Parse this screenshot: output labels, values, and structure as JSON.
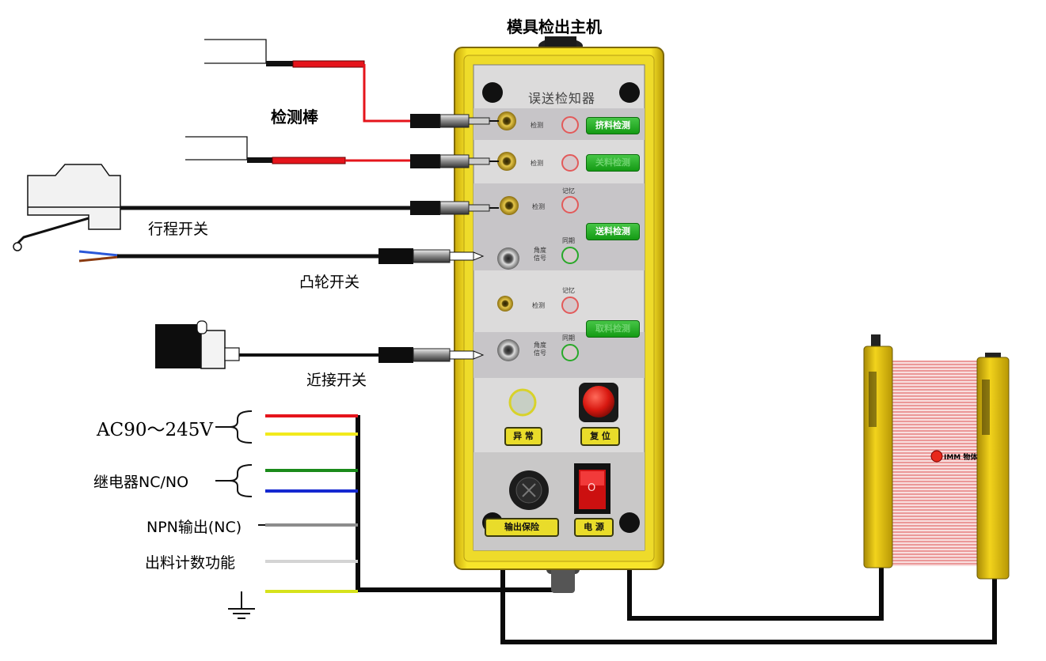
{
  "title": "模具检出主机",
  "panel": {
    "title": "误送检知器",
    "rows": [
      {
        "left": "检测",
        "top": "",
        "button": "挤料检测"
      },
      {
        "left": "检测",
        "top": "",
        "button": "关料检测"
      },
      {
        "left": "检测",
        "top": "记忆",
        "button": "送料检测"
      },
      {
        "left": "角度\n信号",
        "top": "同期",
        "button": ""
      },
      {
        "left": "检测",
        "top": "记忆",
        "button": "取料检测"
      },
      {
        "left": "角度\n信号",
        "top": "同期",
        "button": ""
      }
    ],
    "abnormal": "异 常",
    "reset": "复 位",
    "fuse": "输出保险",
    "power": "电 源",
    "switch_mark": "O"
  },
  "labels": {
    "probe": "检测棒",
    "limit_switch": "行程开关",
    "cam_switch": "凸轮开关",
    "proximity_switch": "近接开关",
    "ac": "AC90～245V",
    "relay": "继电器NC/NO",
    "npn": "NPN输出(NC)",
    "count": "出料计数功能"
  },
  "light_curtain": {
    "object_label": "IMM 物体"
  },
  "colors": {
    "case_yellow": "#f3dc1e",
    "panel_gray": "#d9d8d8",
    "wire_red": "#e5141b",
    "wire_yellow": "#f2ea1c",
    "wire_green": "#1a8a1a",
    "wire_blue": "#1428d0",
    "wire_gray": "#8c8c8c",
    "wire_light_gray": "#d4d4d4",
    "wire_ground": "#d6e21c",
    "indicator_green": "#1fa51f"
  }
}
